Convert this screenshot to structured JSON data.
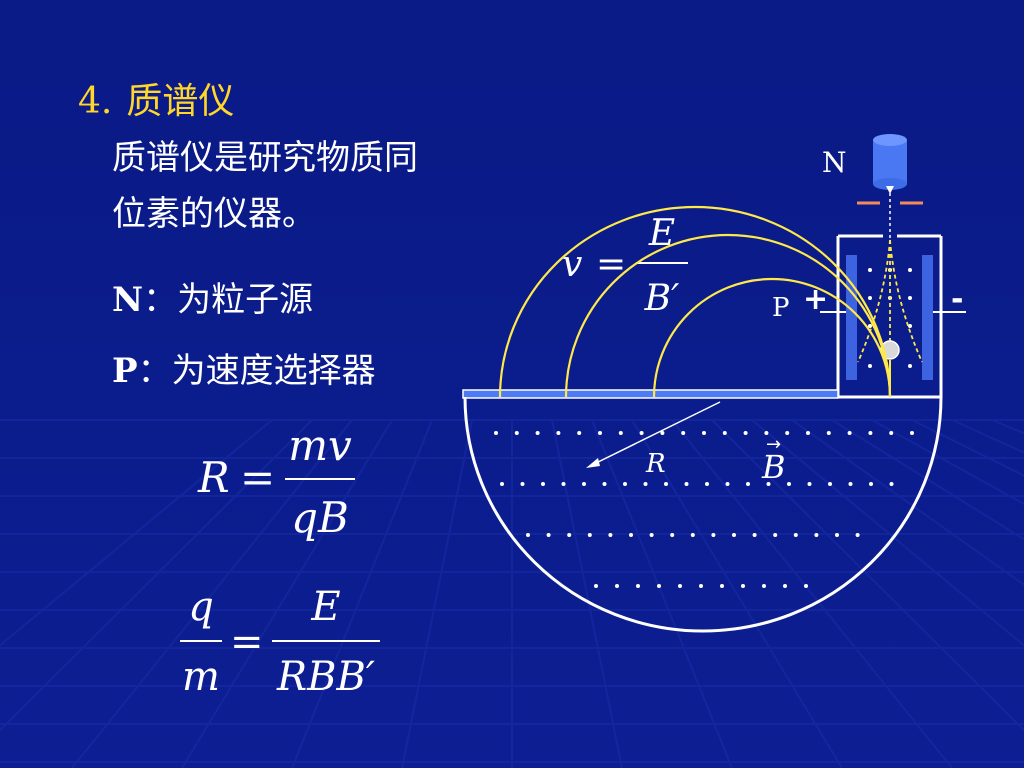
{
  "slide": {
    "title_number": "4.",
    "title": "质谱仪",
    "description_lines": [
      "质谱仪是研究物质同",
      "位素的仪器。"
    ],
    "n_label": "N",
    "n_desc": "：为粒子源",
    "p_label": "P",
    "p_desc": "：为速度选择器"
  },
  "formulas": {
    "velocity": {
      "lhs": "v",
      "eq": "=",
      "num": "E",
      "den": "B′"
    },
    "radius": {
      "lhs": "R",
      "eq": "=",
      "num": "mv",
      "den": "qB"
    },
    "ratio": {
      "lhs_num": "q",
      "lhs_den": "m",
      "eq": "=",
      "num": "E",
      "den": "RBB′"
    }
  },
  "diagram_labels": {
    "source": "N",
    "selector": "P",
    "plus": "+",
    "minus": "-",
    "radius": "R",
    "field": "B",
    "field_arrow": "→"
  },
  "colors": {
    "background": "#0b1c8c",
    "title": "#ffd629",
    "text": "#ffffff",
    "trajectory": "#ffe84a",
    "plate": "#3d63e0",
    "source_body": "#4a78f2",
    "slit": "#f28a5c"
  }
}
